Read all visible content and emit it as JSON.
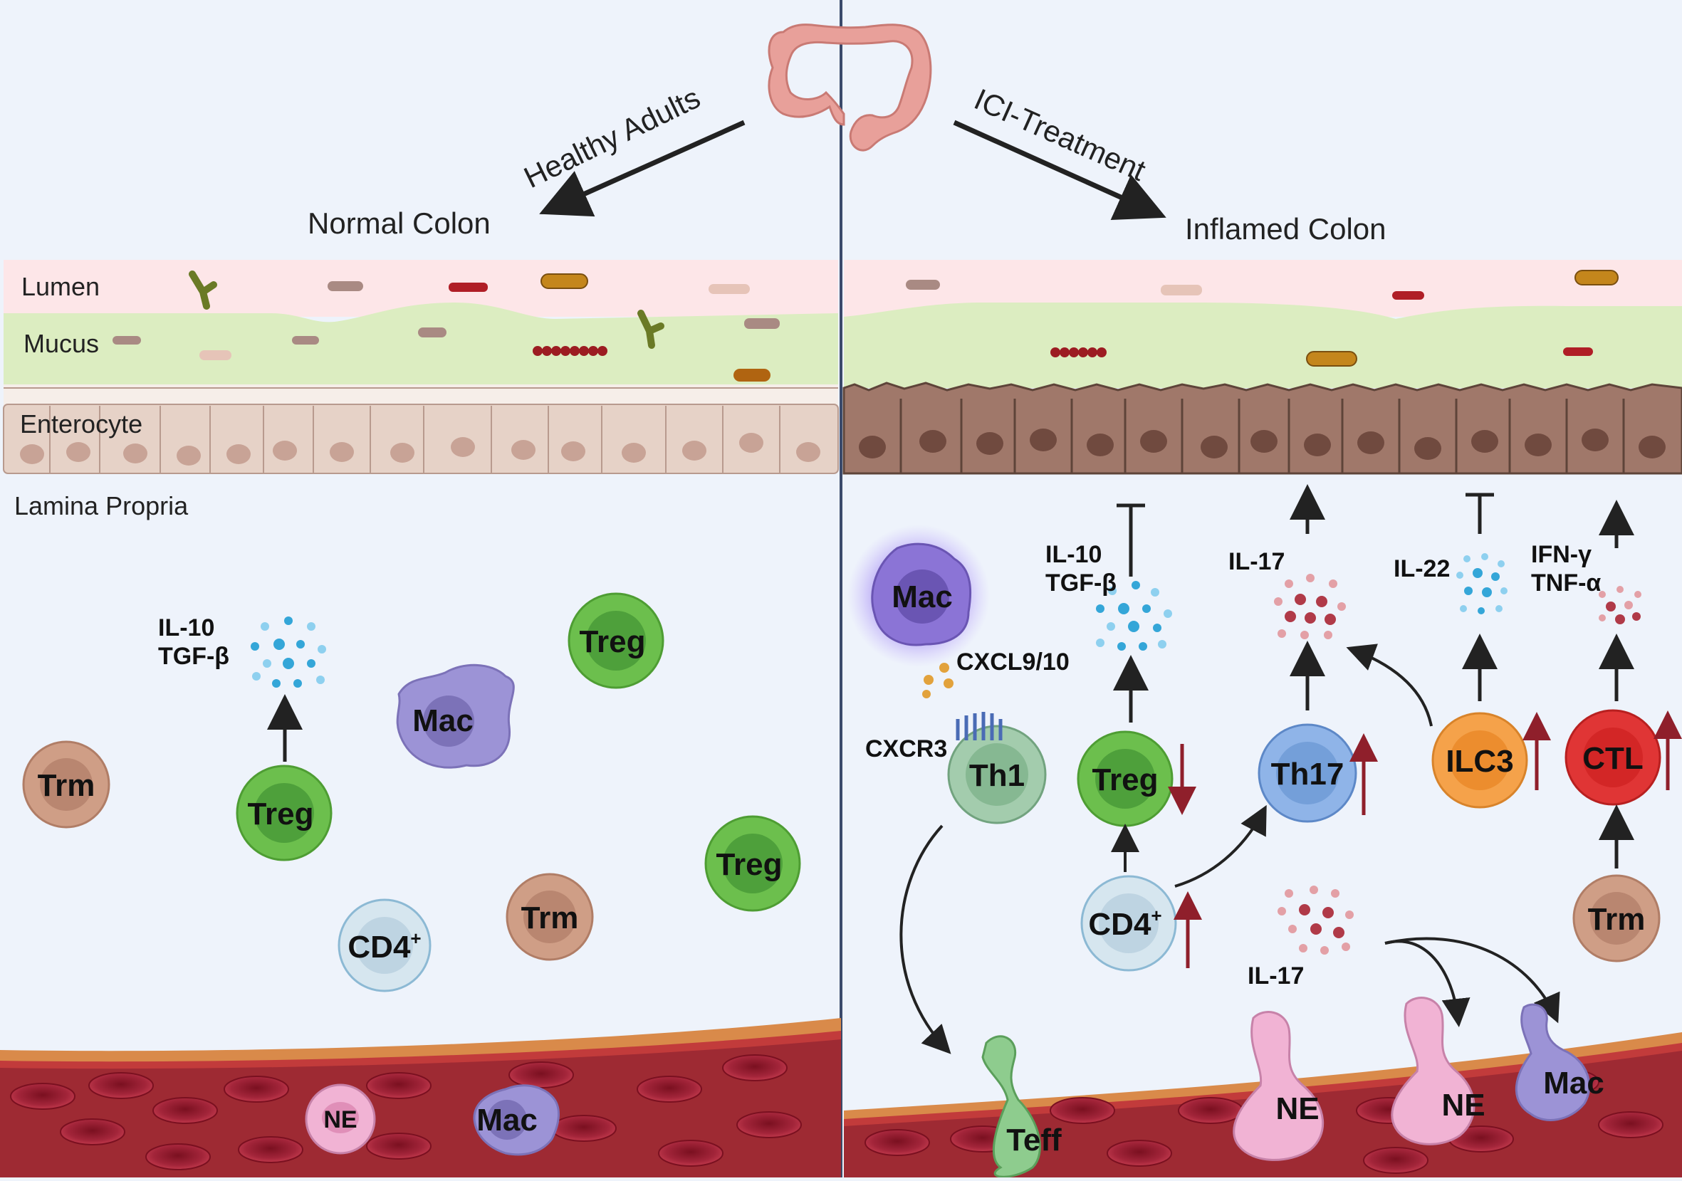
{
  "headers": {
    "healthy_arrow": "Healthy Adults",
    "ici_arrow": "ICI-Treatment",
    "normal_colon": "Normal Colon",
    "inflamed_colon": "Inflamed Colon"
  },
  "layers": {
    "lumen": "Lumen",
    "mucus": "Mucus",
    "enterocyte": "Enterocyte",
    "lamina_propria": "Lamina Propria"
  },
  "left_panel": {
    "cytokine_il10": "IL-10",
    "cytokine_tgfb": "TGF-β",
    "trm": "Trm",
    "treg_main": "Treg",
    "treg_top": "Treg",
    "treg_right": "Treg",
    "mac": "Mac",
    "cd4": "CD4",
    "cd4_sup": "+",
    "trm_lower": "Trm",
    "ne_vessel": "NE",
    "mac_vessel": "Mac"
  },
  "right_panel": {
    "mac_activated": "Mac",
    "cxcl": "CXCL9/10",
    "cxcr3": "CXCR3",
    "th1": "Th1",
    "treg": "Treg",
    "treg_il10": "IL-10",
    "treg_tgfb": "TGF-β",
    "th17": "Th17",
    "th17_il17": "IL-17",
    "ilc3": "ILC3",
    "ilc3_il22": "IL-22",
    "ctl": "CTL",
    "ctl_ifng": "IFN-γ",
    "ctl_tnfa": "TNF-α",
    "cd4": "CD4",
    "cd4_sup": "+",
    "trm": "Trm",
    "il17_lower": "IL-17",
    "teff": "Teff",
    "ne_1": "NE",
    "ne_2": "NE",
    "mac_vessel": "Mac"
  },
  "colors": {
    "background": "#eef3fb",
    "lumen": "#fde6e8",
    "mucus": "#dcedc1",
    "enterocyte_normal": "#e6d2c7",
    "enterocyte_inflamed": "#a0786a",
    "treg_green": "#6cbf4d",
    "th17_blue": "#8fb4e8",
    "ilc3_orange": "#f5a24a",
    "ctl_red": "#e03535",
    "trm_tan": "#cf9e86",
    "mac_purple": "#9c93d6",
    "increase_arrow": "#8f1f2b"
  }
}
